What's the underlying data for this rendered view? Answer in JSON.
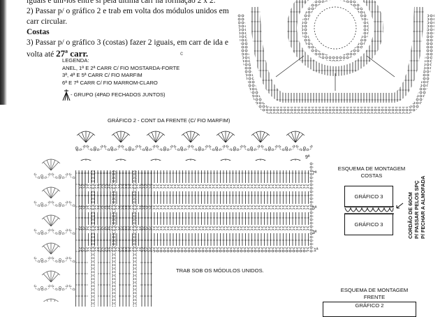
{
  "instructions": {
    "line0": "iguais e uni-los entre si pela última carr na formação 2 x 2.",
    "step2": "2) Passar p/ o gráfico 2 e trab em volta dos módulos unidos em carr circular.",
    "section": "Costas",
    "step3_a": "3) Passar p/ o gráfico 3 (costas) fazer 2 iguais, em carr de ida e volta até ",
    "step3_b": "27ª carr."
  },
  "legend": {
    "title": "LEGENDA:",
    "line1": "ANEL, 1ª E 2ª CARR C/ FIO MOSTARDA-FORTE",
    "line2": "3ª, 4ª E 5ª CARR C/ FIO MARFIM",
    "line3": "6ª E 7ª CARR C/ FIO MARROM-CLARO",
    "group": "- GRUPO (4PAD FECHADOS JUNTOS)",
    "mark": "c"
  },
  "chart2": {
    "title": "GRÁFICO 2 - CONT DA FRENTE (C/ FIO MARFIM)",
    "rows": [
      "9ª",
      "7ª",
      "5ª",
      "3ª",
      "1ª"
    ],
    "note": "TRAB SOB OS MÓDULOS UNIDOS."
  },
  "schema_back": {
    "title1": "ESQUEMA DE MONTAGEM",
    "title2": "COSTAS",
    "box_top": "GRÁFICO 3",
    "box_bottom": "GRÁFICO 3",
    "cord1": "CORDÃO DE 60CM",
    "cord2": "P/ PASSAR PELOS SPÇ",
    "cord3": "P/ FECHAR A ALMOFADA"
  },
  "schema_front": {
    "title1": "ESQUEMA DE MONTAGEM",
    "title2": "FRENTE",
    "box_top": "GRÁFICO 2"
  }
}
